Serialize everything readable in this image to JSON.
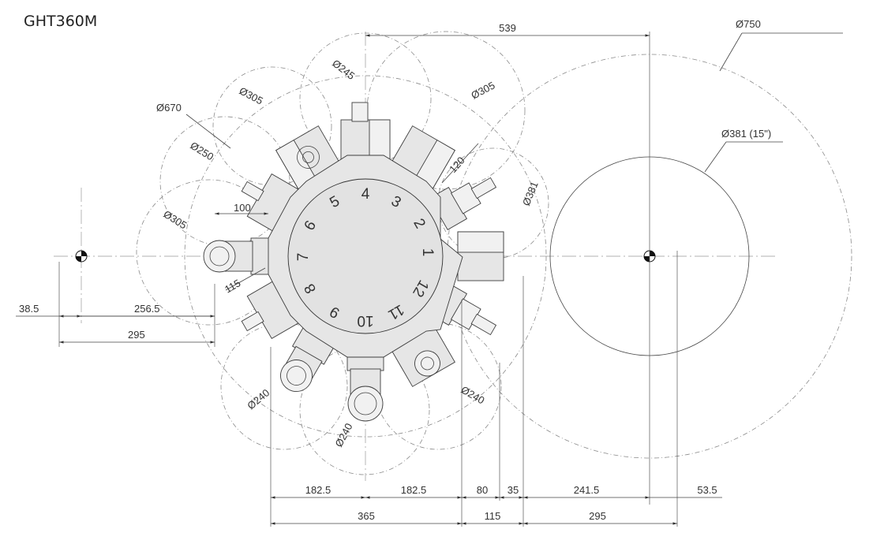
{
  "title": "GHT360M",
  "colors": {
    "line": "#444444",
    "dashed": "#8a8a8a",
    "holder_fill": "#e6e6e6"
  },
  "diameters": {
    "d750": "Ø750",
    "d381_15": "Ø381 (15\")",
    "d381": "Ø381",
    "d670": "Ø670",
    "d305_a": "Ø305",
    "d305_b": "Ø305",
    "d305_c": "Ø305",
    "d250": "Ø250",
    "d245": "Ø245",
    "d240_a": "Ø240",
    "d240_b": "Ø240",
    "d240_c": "Ø240"
  },
  "top_dims": {
    "d539": "539"
  },
  "local_dims": {
    "d120": "120",
    "d100": "100",
    "d115": "115"
  },
  "left_dims": {
    "d38_5": "38.5",
    "d256_5": "256.5",
    "d295": "295"
  },
  "bottom_dims": {
    "row1": [
      "182.5",
      "182.5",
      "80",
      "35",
      "241.5",
      "53.5"
    ],
    "row2": [
      "365",
      "115",
      "295"
    ]
  },
  "positions": [
    "1",
    "2",
    "3",
    "4",
    "5",
    "6",
    "7",
    "8",
    "9",
    "10",
    "11",
    "12"
  ]
}
